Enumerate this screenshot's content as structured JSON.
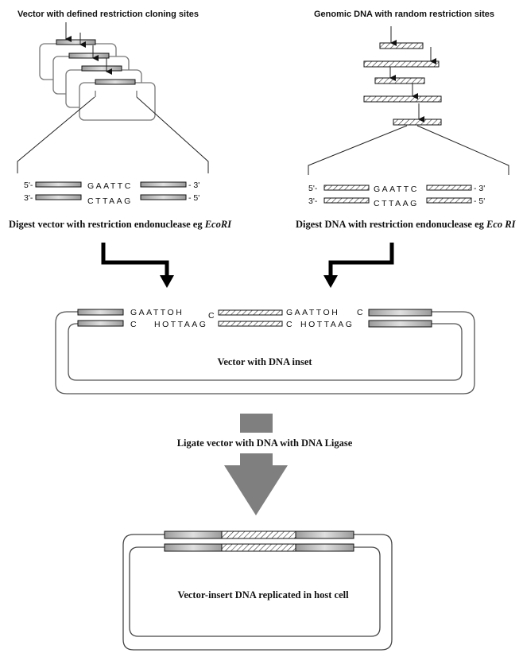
{
  "left": {
    "title": "Vector with defined restriction cloning sites",
    "top_strand": {
      "five": "5'-",
      "seq": "GAATTC",
      "three": "- 3'"
    },
    "bottom_strand": {
      "three": "3'-",
      "seq": "CTTAAG",
      "five": "- 5'"
    },
    "caption": "Digest vector with restriction endonuclease eg ",
    "enzyme": "EcoRI"
  },
  "right": {
    "title": "Genomic DNA with random restriction sites",
    "top_strand": {
      "five": "5'-",
      "seq": "GAATTC",
      "three": "- 3'"
    },
    "bottom_strand": {
      "three": "3'-",
      "seq": "CTTAAG",
      "five": "- 5'"
    },
    "caption": "Digest DNA with restriction endonuclease eg ",
    "enzyme": "Eco RI"
  },
  "middle": {
    "top_left": "GAATTOH",
    "top_c1": "C",
    "top_mid": "GAATTOH",
    "top_c2": "C",
    "bot_c1": "C",
    "bot_left": "HOTTAAG",
    "bot_c2": "C",
    "bot_mid": "HOTTAAG",
    "caption": "Vector with DNA inset"
  },
  "ligate": {
    "caption": "Ligate vector with DNA with DNA Ligase"
  },
  "final": {
    "caption": "Vector-insert DNA replicated in host cell"
  }
}
